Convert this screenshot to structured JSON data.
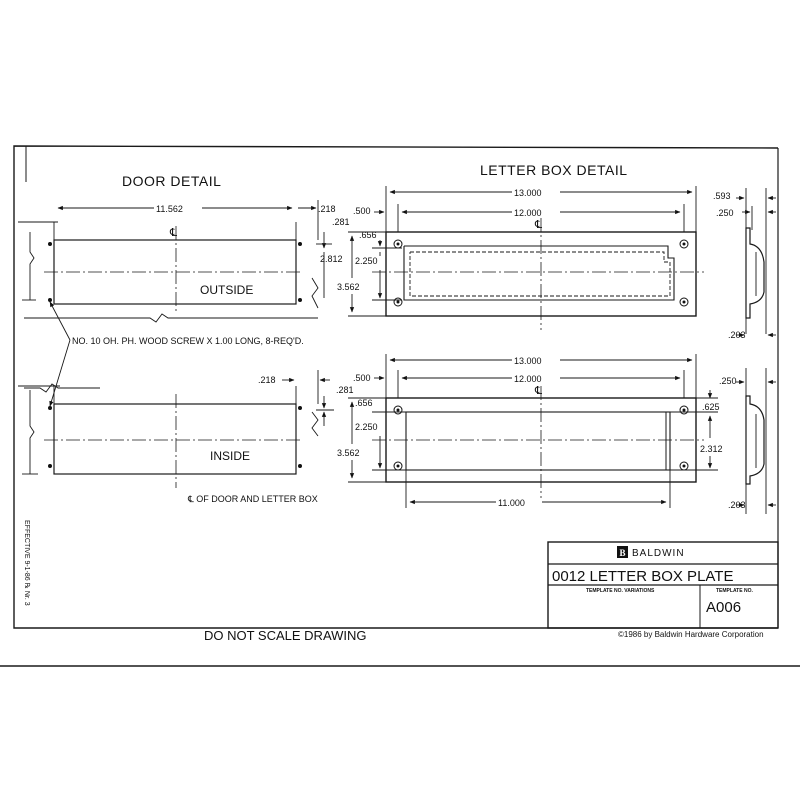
{
  "headings": {
    "door_detail": "DOOR DETAIL",
    "letter_box_detail": "LETTER BOX DETAIL"
  },
  "door": {
    "width_dim": "11.562",
    "edge_dim_top": ".218",
    "edge_dim_bottom": ".218",
    "slot_offset_top": ".281",
    "slot_offset_bottom": ".281",
    "height_dim": "2.812",
    "outside_label": "OUTSIDE",
    "inside_label": "INSIDE",
    "centerline_symbol": "℄",
    "screw_note": "NO. 10 OH. PH. WOOD SCREW X 1.00 LONG, 8-REQ'D.",
    "centerline_note": "℄ OF DOOR AND LETTER BOX"
  },
  "letter_box_top": {
    "overall_width": "13.000",
    "hole_spacing": "12.000",
    "left_offset": ".500",
    "hole_to_slot": ".656",
    "slot_height": "2.250",
    "overall_height": "3.562"
  },
  "letter_box_bottom": {
    "overall_width": "13.000",
    "hole_spacing": "12.000",
    "slot_width": "11.000",
    "left_offset": ".500",
    "hole_to_slot": ".656",
    "slot_height": "2.250",
    "overall_height": "3.562",
    "right_offset": ".625",
    "inner_height": "2.312"
  },
  "side_view": {
    "depth_top": ".593",
    "inset_top": ".250",
    "inset_bottom": ".250",
    "thickness_top": ".203",
    "thickness_bottom": ".203"
  },
  "title_block": {
    "brand": "BALDWIN",
    "brand_mark": "B",
    "title": "0012 LETTER BOX PLATE",
    "variations_label": "TEMPLATE NO. VARIATIONS",
    "template_no_label": "TEMPLATE NO.",
    "template_no": "A006"
  },
  "effective_note": "EFFECTIVE 9-1-86 ℞ Nr. 3",
  "footer": {
    "warning": "DO NOT SCALE DRAWING",
    "copyright": "©1986 by Baldwin Hardware Corporation"
  }
}
